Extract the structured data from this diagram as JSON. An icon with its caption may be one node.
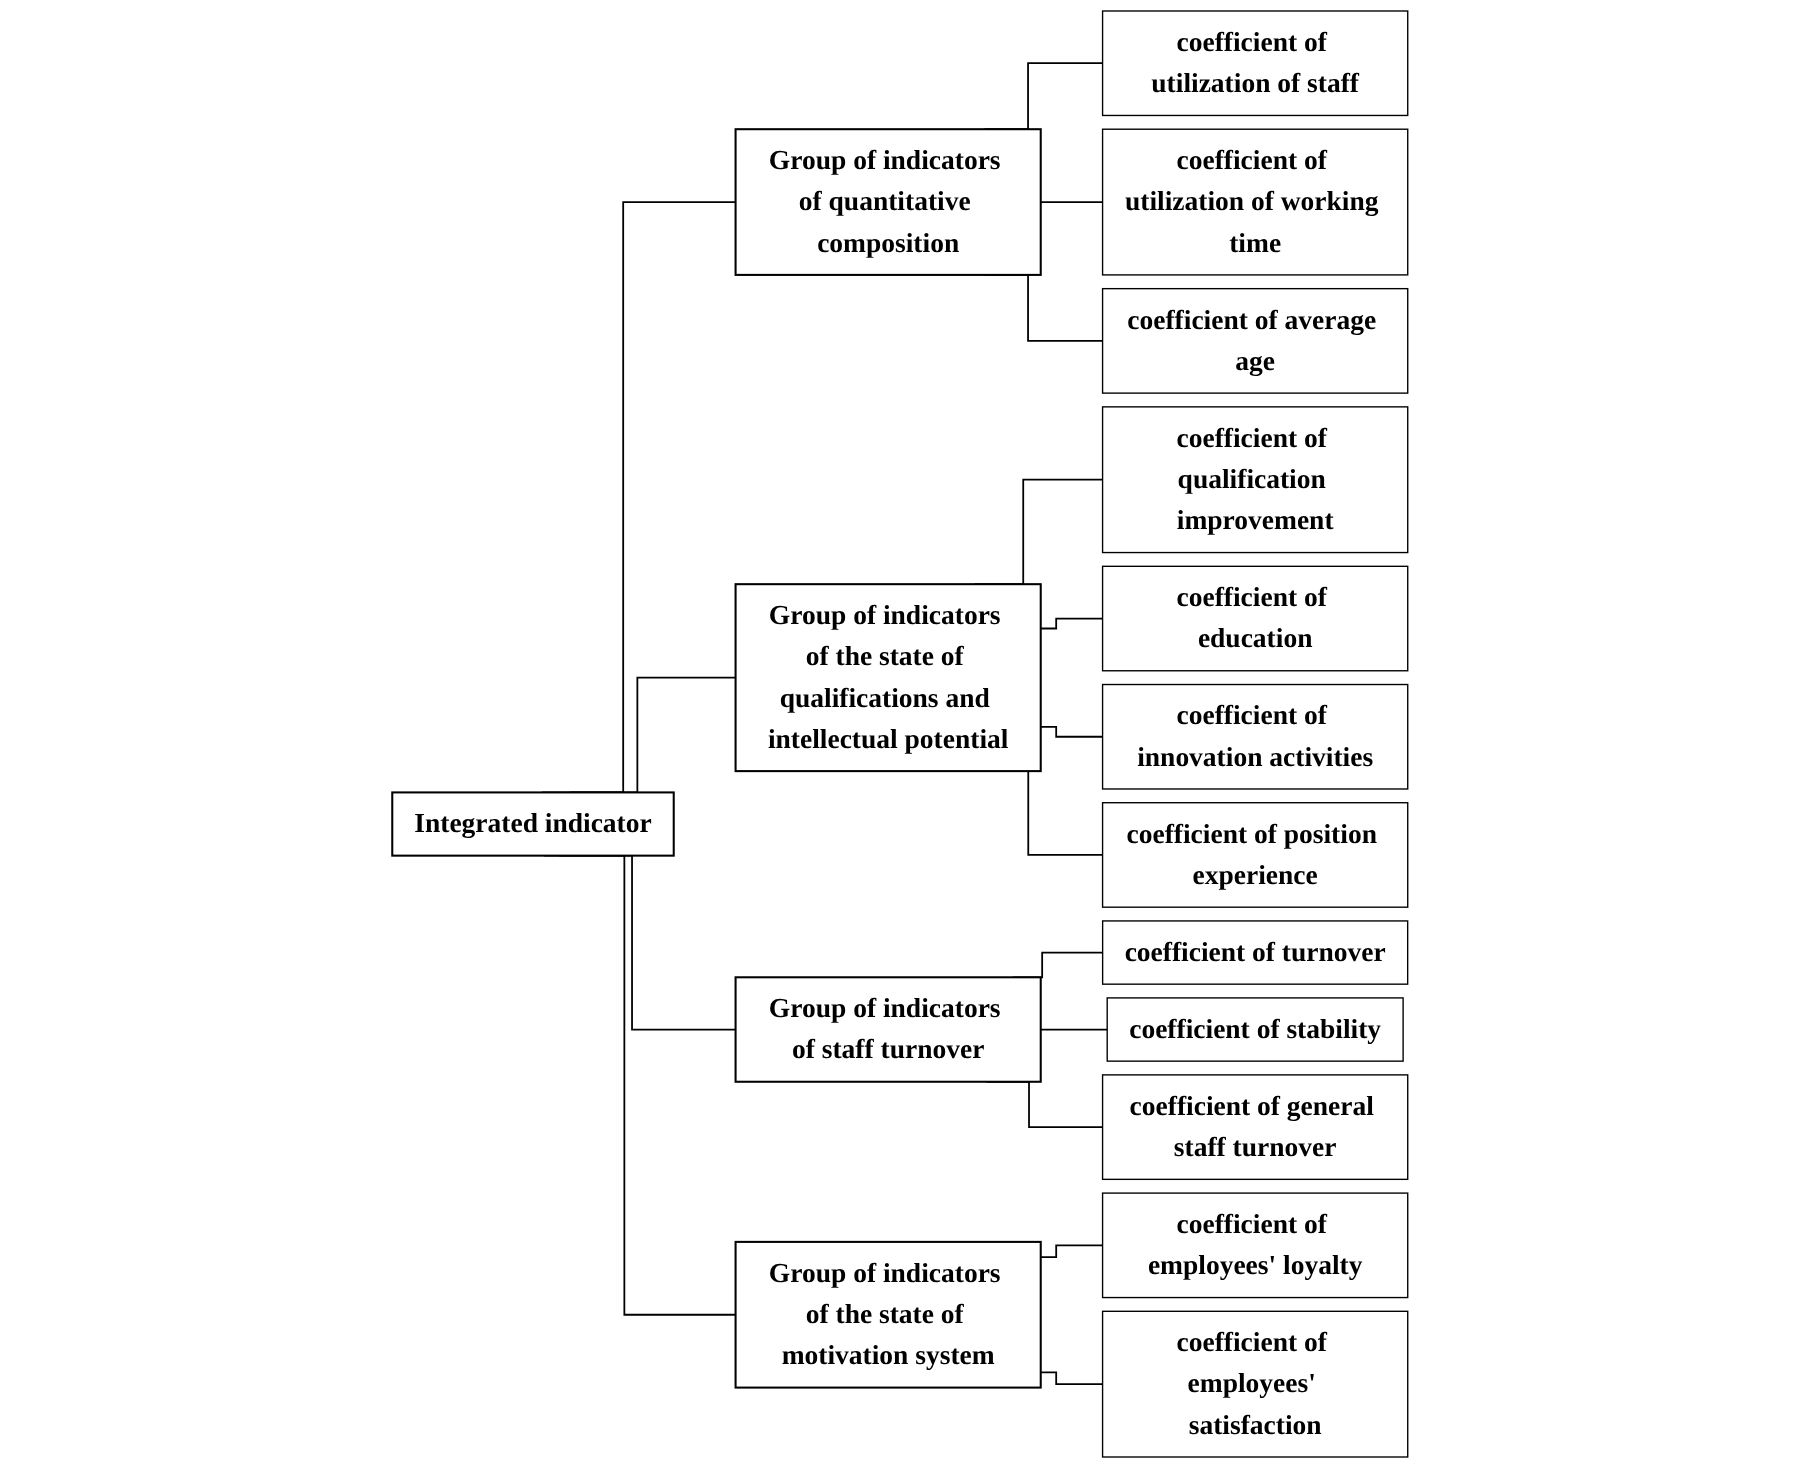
{
  "diagram": {
    "nodes": [
      {
        "text": [
          "Integrated indicator"
        ]
      },
      {
        "text": [
          "Group of indicators of quantitative composition"
        ]
      },
      {
        "text": [
          "Group of indicators of the state of qualifications and intellectual potential"
        ]
      },
      {
        "text": [
          "Group of indicators of staff turnover"
        ]
      },
      {
        "text": [
          "Group of indicators of the state of motivation system"
        ]
      },
      {
        "text": [
          "coefficient of utilization of staff"
        ]
      },
      {
        "text": [
          "coefficient of utilization of working time"
        ]
      },
      {
        "text": [
          "coefficient of average age"
        ]
      },
      {
        "text": [
          "coefficient of qualification improvement"
        ]
      },
      {
        "text": [
          "coefficient of education"
        ]
      },
      {
        "text": [
          "coefficient of innovation activities"
        ]
      },
      {
        "text": [
          "coefficient of position experience"
        ]
      },
      {
        "text": [
          "coefficient of turnover"
        ]
      },
      {
        "text": [
          "coefficient of stability"
        ]
      },
      {
        "text": [
          "coefficient of general staff turnover"
        ]
      },
      {
        "text": [
          "coefficient of employees' loyalty"
        ]
      },
      {
        "text": [
          "coefficient of employees' satisfaction"
        ]
      }
    ],
    "edges": [
      {
        "from": 0,
        "to": 1,
        "arrow": "none"
      },
      {
        "from": 0,
        "to": 2,
        "arrow": "none"
      },
      {
        "from": 0,
        "to": 3,
        "arrow": "none"
      },
      {
        "from": 0,
        "to": 4,
        "arrow": "none"
      },
      {
        "from": 1,
        "to": 5,
        "arrow": "none"
      },
      {
        "from": 1,
        "to": 6,
        "arrow": "none"
      },
      {
        "from": 1,
        "to": 7,
        "arrow": "none"
      },
      {
        "from": 2,
        "to": 8,
        "arrow": "none"
      },
      {
        "from": 2,
        "to": 9,
        "arrow": "none"
      },
      {
        "from": 2,
        "to": 10,
        "arrow": "none"
      },
      {
        "from": 2,
        "to": 11,
        "arrow": "none"
      },
      {
        "from": 3,
        "to": 12,
        "arrow": "none"
      },
      {
        "from": 3,
        "to": 13,
        "arrow": "none"
      },
      {
        "from": 3,
        "to": 14,
        "arrow": "none"
      },
      {
        "from": 4,
        "to": 15,
        "arrow": "none"
      },
      {
        "from": 4,
        "to": 16,
        "arrow": "none"
      }
    ]
  }
}
